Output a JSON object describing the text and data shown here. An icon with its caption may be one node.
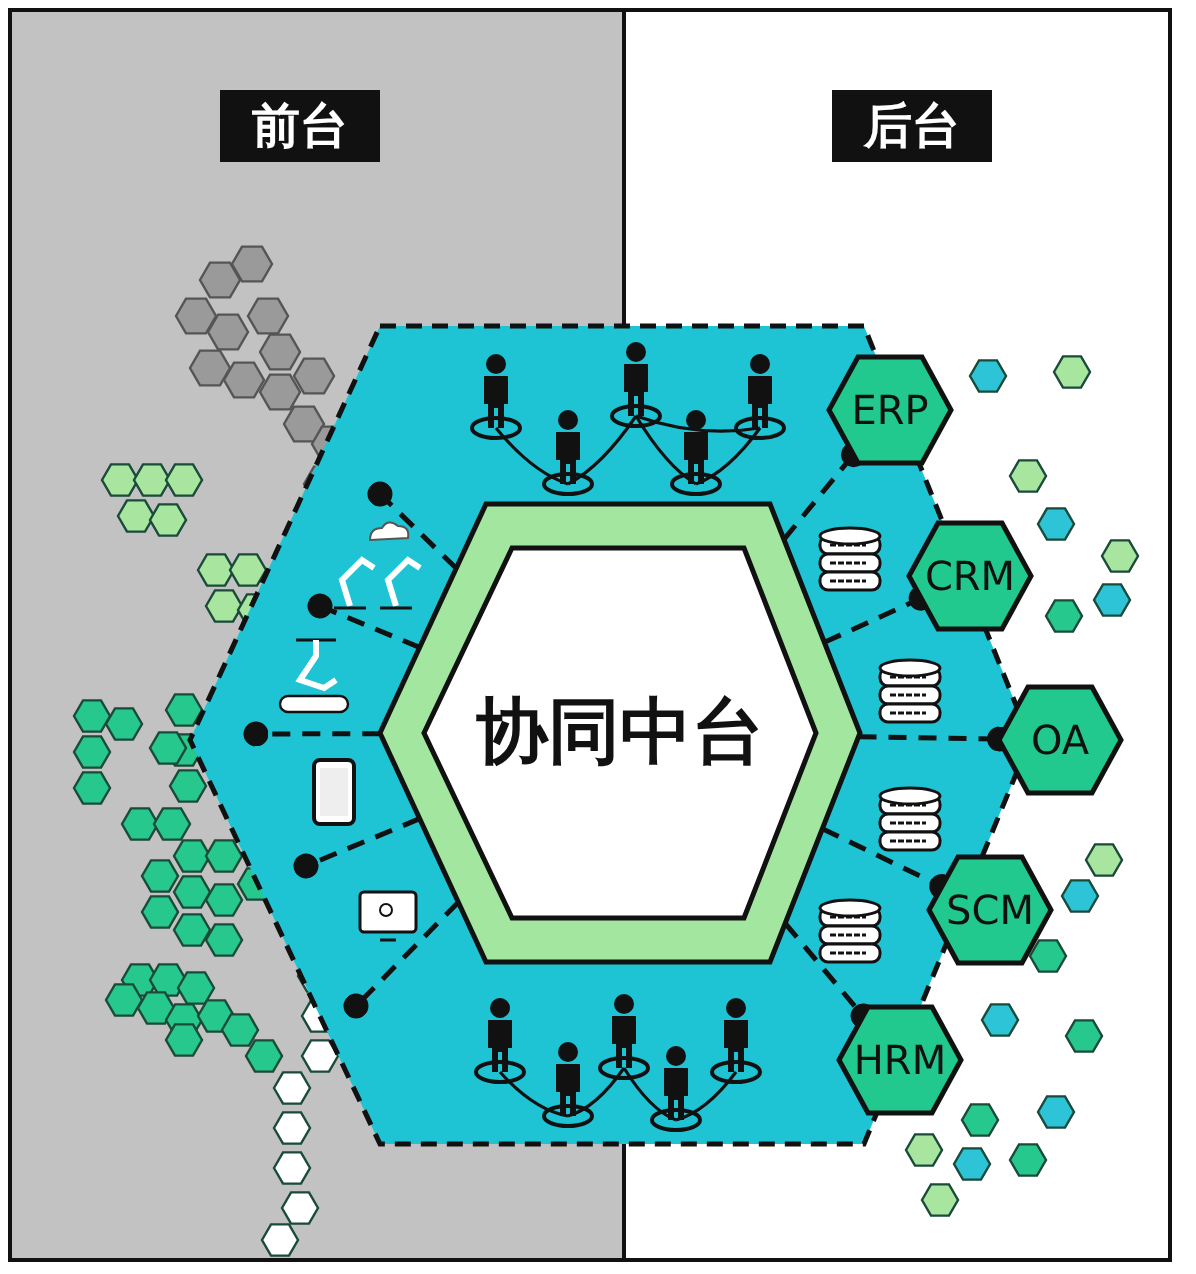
{
  "diagram": {
    "nodes": [
      {
        "text": [
          "前台"
        ]
      },
      {
        "text": [
          "后台"
        ]
      },
      {
        "text": [
          "协同中台"
        ]
      },
      {
        "text": [
          "ERP"
        ]
      },
      {
        "text": [
          "CRM"
        ]
      },
      {
        "text": [
          "OA"
        ]
      },
      {
        "text": [
          "SCM"
        ]
      },
      {
        "text": [
          "HRM"
        ]
      }
    ],
    "edges": [
      {
        "from": 2,
        "to": 3,
        "arrow": "other",
        "style": "dashed"
      },
      {
        "from": 2,
        "to": 4,
        "arrow": "other",
        "style": "dashed"
      },
      {
        "from": 2,
        "to": 5,
        "arrow": "other",
        "style": "dashed"
      },
      {
        "from": 2,
        "to": 6,
        "arrow": "other",
        "style": "dashed"
      },
      {
        "from": 2,
        "to": 7,
        "arrow": "other",
        "style": "dashed"
      },
      {
        "from": 2,
        "to": null,
        "arrow": "other",
        "style": "dashed"
      },
      {
        "from": 2,
        "to": null,
        "arrow": "other",
        "style": "dashed"
      },
      {
        "from": 2,
        "to": null,
        "arrow": "other",
        "style": "dashed"
      },
      {
        "from": 2,
        "to": null,
        "arrow": "other",
        "style": "dashed"
      },
      {
        "from": 2,
        "to": null,
        "arrow": "other",
        "style": "dashed"
      }
    ]
  }
}
